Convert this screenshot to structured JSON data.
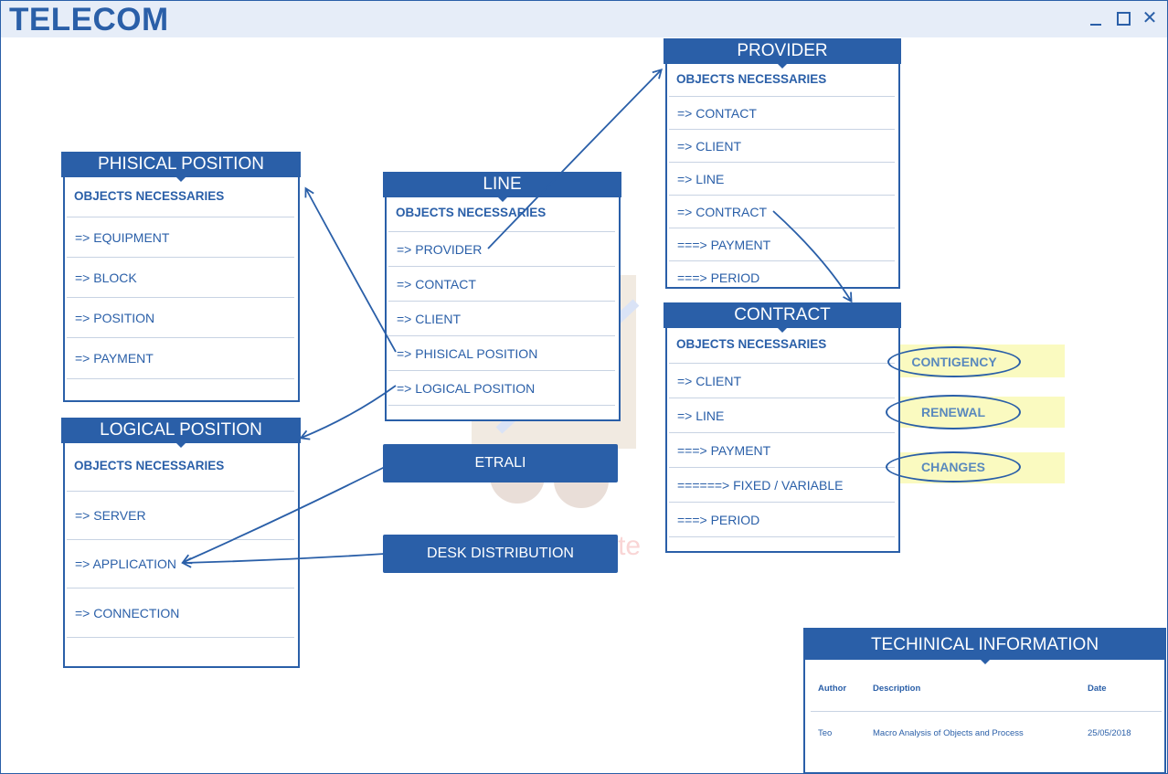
{
  "window": {
    "title": "TELECOM",
    "minimize_icon": "minimize-icon",
    "maximize_icon": "maximize-icon",
    "close_icon": "close-icon",
    "close_glyph": "✕"
  },
  "colors": {
    "accent": "#2a5fa8",
    "highlight": "#fafac0",
    "title_bar": "#e6edf8"
  },
  "watermark": {
    "text": "ProDiag Lite"
  },
  "cards": {
    "phisical_position": {
      "title": "PHISICAL POSITION",
      "subtitle": "OBJECTS NECESSARIES",
      "rows": [
        "=> EQUIPMENT",
        "=> BLOCK",
        "=> POSITION",
        "=> PAYMENT"
      ]
    },
    "logical_position": {
      "title": "LOGICAL POSITION",
      "subtitle": "OBJECTS NECESSARIES",
      "rows": [
        "=> SERVER",
        "=> APPLICATION",
        "=> CONNECTION"
      ]
    },
    "line": {
      "title": "LINE",
      "subtitle": "OBJECTS NECESSARIES",
      "rows": [
        "=> PROVIDER",
        "=> CONTACT",
        "=> CLIENT",
        "=> PHISICAL POSITION",
        "=> LOGICAL POSITION"
      ]
    },
    "provider": {
      "title": "PROVIDER",
      "subtitle": "OBJECTS NECESSARIES",
      "rows": [
        "=> CONTACT",
        "=> CLIENT",
        "=> LINE",
        "=> CONTRACT",
        "===> PAYMENT",
        "===> PERIOD"
      ]
    },
    "contract": {
      "title": "CONTRACT",
      "subtitle": "OBJECTS NECESSARIES",
      "rows": [
        "=> CLIENT",
        "=> LINE",
        "===> PAYMENT",
        "======> FIXED / VARIABLE",
        "===> PERIOD"
      ]
    }
  },
  "tags": {
    "etrali": "ETRALI",
    "desk_distribution": "DESK DISTRIBUTION"
  },
  "notes": {
    "contigency": "CONTIGENCY",
    "renewal": "RENEWAL",
    "changes": "CHANGES"
  },
  "technical_info": {
    "title": "TECHINICAL INFORMATION",
    "headers": {
      "author": "Author",
      "description": "Description",
      "date": "Date"
    },
    "row": {
      "author": "Teo",
      "description": "Macro Analysis of Objects and Process",
      "date": "25/05/2018"
    }
  }
}
